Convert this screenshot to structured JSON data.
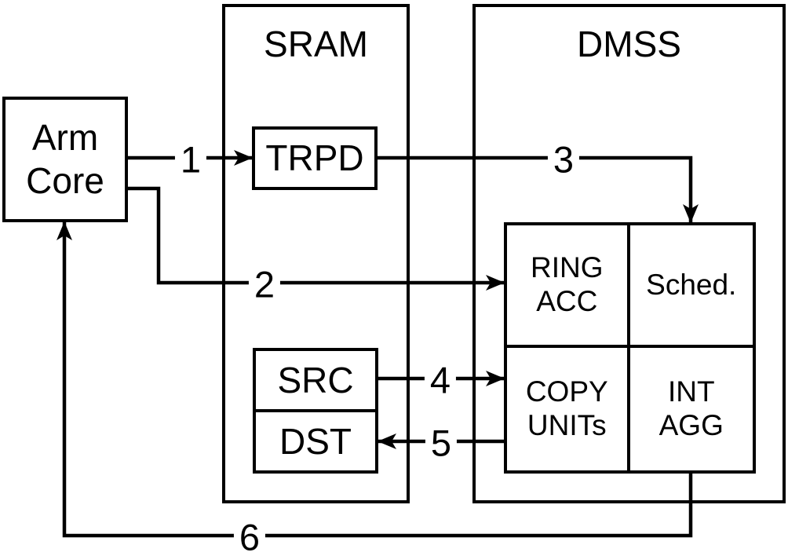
{
  "colors": {
    "background": "#ffffff",
    "line": "#000000"
  },
  "nodes": {
    "arm_core": {
      "line1": "Arm",
      "line2": "Core"
    },
    "sram": {
      "label": "SRAM"
    },
    "dmss": {
      "label": "DMSS"
    },
    "trpd": {
      "label": "TRPD"
    },
    "src": {
      "label": "SRC"
    },
    "dst": {
      "label": "DST"
    },
    "ring_acc": {
      "line1": "RING",
      "line2": "ACC"
    },
    "sched": {
      "label": "Sched."
    },
    "copy_units": {
      "line1": "COPY",
      "line2": "UNITs"
    },
    "int_agg": {
      "line1": "INT",
      "line2": "AGG"
    }
  },
  "connections": [
    {
      "label": "1",
      "from": "Arm Core",
      "to": "TRPD"
    },
    {
      "label": "2",
      "from": "Arm Core",
      "to": "RING ACC"
    },
    {
      "label": "3",
      "from": "TRPD",
      "to": "Sched."
    },
    {
      "label": "4",
      "from": "SRC",
      "to": "COPY UNITs"
    },
    {
      "label": "5",
      "from": "COPY UNITs",
      "to": "DST"
    },
    {
      "label": "6",
      "from": "INT AGG",
      "to": "Arm Core"
    }
  ]
}
